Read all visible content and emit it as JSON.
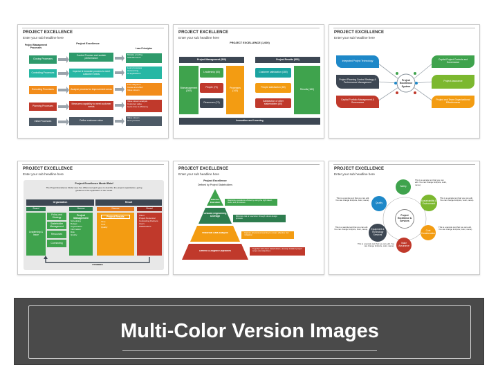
{
  "slides": [
    {
      "title": "PROJECT EXCELLENCE",
      "subtitle": "Enter your sub headline here",
      "col_headers": [
        "Project Management Processes",
        "Project Excellence",
        "Lean Principles"
      ],
      "left": [
        "Closing Processes",
        "Controlling Processes",
        "Executing Processes",
        "Planning Processes",
        "Initial Processes"
      ],
      "middle": [
        "Control Process and sustain performance",
        "Improve & innovate process to meet customer needs",
        "Analyze process for improvement areas",
        "Measures capability to meet customer needs",
        "Define customer value"
      ],
      "right": [
        [
          "Mistake proofing",
          "Standard work"
        ],
        [
          "Lean processes",
          "Outsourcing",
          "AI applications"
        ],
        [
          "Flow diagrams",
          "Cause and effect",
          "Value stream"
        ],
        [
          "Value stream analysis",
          "Customer value",
          "Cycle time & efficiency"
        ],
        [
          "Value stream",
          "As-is process"
        ]
      ]
    },
    {
      "title": "PROJECT EXCELLENCE",
      "subtitle": "Enter your sub headline here",
      "header": "PROJECT EXCELLENCE (1,000)",
      "left_header": "Project Management (500)",
      "right_header": "Project Results (500)",
      "pm_main": "Biomanagement (260)",
      "pm_items": [
        "Leadership (80)",
        "People (70)",
        "Resources (70)"
      ],
      "pm_side": "Processes (140)",
      "pr_items": [
        "Customer satisfaction (180)",
        "People satisfaction (80)",
        "Satisfaction of other stakeholders (60)"
      ],
      "pr_side": "Results (180)",
      "footer": "Innovation and Learning"
    },
    {
      "title": "PROJECT EXCELLENCE",
      "subtitle": "Enter your sub headline here",
      "center": "Project Excellence System",
      "left": [
        "Integrated Project Technology",
        "Project Planning Control Strategy & Performance Management",
        "Capital Portfolio Management & Governance"
      ],
      "right": [
        "Capital Project Controls and Governance",
        "Project Assurance",
        "Project and Team Organizational Effectiveness"
      ]
    },
    {
      "title": "PROJECT EXCELLENCE",
      "subtitle": "Enter your sub headline here",
      "model_title": "Project Excellence Model Brief",
      "model_text": "The Project Excellence Model uses five different project types to describe the project organization, giving guidance to the application of the model.",
      "org_label": "Organization",
      "result_label": "Result",
      "columns": [
        {
          "head": "Board",
          "items": [
            "Leadership & Issue"
          ]
        },
        {
          "head": "",
          "items": [
            "Policy and Strategy",
            "Stakeholder Management",
            "Resources",
            "Connecting"
          ]
        },
        {
          "head": "Narrow",
          "main": "Project Management",
          "items": [
            "Scheduling",
            "Budget",
            "Organization",
            "Information",
            "Risk",
            "Quality"
          ]
        },
        {
          "head": "Narrow",
          "main": "Project Results",
          "items": [
            "Time",
            "Cost",
            "Quality"
          ]
        },
        {
          "head": "Broad",
          "items": [
            "Client",
            "Project Personnel",
            "Contracting Partners",
            "Users",
            "Stakeholders"
          ]
        }
      ],
      "feedback": "Feedback"
    },
    {
      "title": "PROJECT EXCELLENCE",
      "subtitle": "Enter your sub headline here",
      "pyramid_title": "Project Excellence",
      "pyramid_sub": "Defined by Project Stakeholders",
      "levels": [
        "Effective Execution",
        "Detailed Engineering & Design",
        "Historical Data Analysis",
        "Defined & Aligned Objectives"
      ],
      "notes": [
        "Maximize operations efficiency using the right talent, tools, and processes",
        "Minimize risk of execution through robust design process",
        "Capture all previous learning to ensure effective risk mitigation",
        "Together with client stakeholders, develop detailed project scope and objectives"
      ]
    },
    {
      "title": "PROJECT EXCELLENCE",
      "subtitle": "Enter your sub headline here",
      "center": "Project Excellence & Services",
      "petals": [
        "Safety",
        "Sustainability & Environment",
        "Cost Consideration",
        "Value Assurance",
        "Equipment & Technology Services",
        "Quality"
      ],
      "sample": "This is a sample text that you can edit. You can change font(size, color, name)."
    }
  ],
  "banner": {
    "title": "Multi-Color Version Images"
  },
  "colors": {
    "blue": "#1e88c8",
    "green": "#3fa34d",
    "orange": "#f39c12",
    "red": "#c0392b",
    "teal": "#16a085",
    "gray": "#7f8c8d",
    "dark": "#3d4753",
    "purple": "#6f4a9b"
  }
}
